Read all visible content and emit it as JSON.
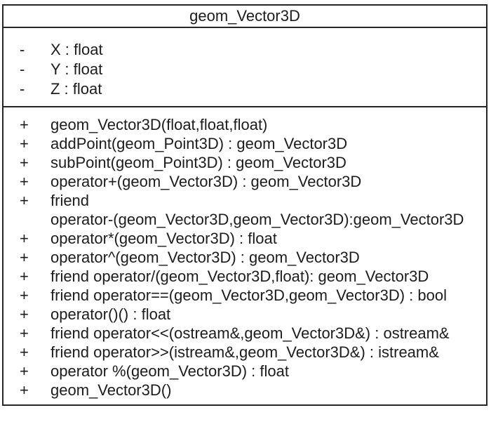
{
  "uml": {
    "title": "geom_Vector3D",
    "attributes": [
      {
        "visibility": "-",
        "text": "X : float"
      },
      {
        "visibility": "-",
        "text": "Y : float"
      },
      {
        "visibility": "-",
        "text": "Z : float"
      }
    ],
    "methods": [
      {
        "visibility": "+",
        "text": "geom_Vector3D(float,float,float)"
      },
      {
        "visibility": "+",
        "text": "addPoint(geom_Point3D) : geom_Vector3D"
      },
      {
        "visibility": "+",
        "text": "subPoint(geom_Point3D) : geom_Vector3D"
      },
      {
        "visibility": "+",
        "text": "operator+(geom_Vector3D) : geom_Vector3D"
      },
      {
        "visibility": "+",
        "text": "friend"
      },
      {
        "visibility": "",
        "text": "operator-(geom_Vector3D,geom_Vector3D):geom_Vector3D"
      },
      {
        "visibility": "+",
        "text": "operator*(geom_Vector3D) : float"
      },
      {
        "visibility": "+",
        "text": "operator^(geom_Vector3D) : geom_Vector3D"
      },
      {
        "visibility": "+",
        "text": "friend operator/(geom_Vector3D,float): geom_Vector3D"
      },
      {
        "visibility": "+",
        "text": "friend operator==(geom_Vector3D,geom_Vector3D) : bool"
      },
      {
        "visibility": "+",
        "text": "operator()() : float"
      },
      {
        "visibility": "+",
        "text": "friend operator<<(ostream&,geom_Vector3D&) : ostream&"
      },
      {
        "visibility": "+",
        "text": "friend operator>>(istream&,geom_Vector3D&) : istream&"
      },
      {
        "visibility": "+",
        "text": "operator %(geom_Vector3D) : float"
      },
      {
        "visibility": "+",
        "text": "geom_Vector3D()"
      }
    ],
    "colors": {
      "border": "#262626",
      "text": "#1c1c1c",
      "background": "#ffffff"
    }
  }
}
